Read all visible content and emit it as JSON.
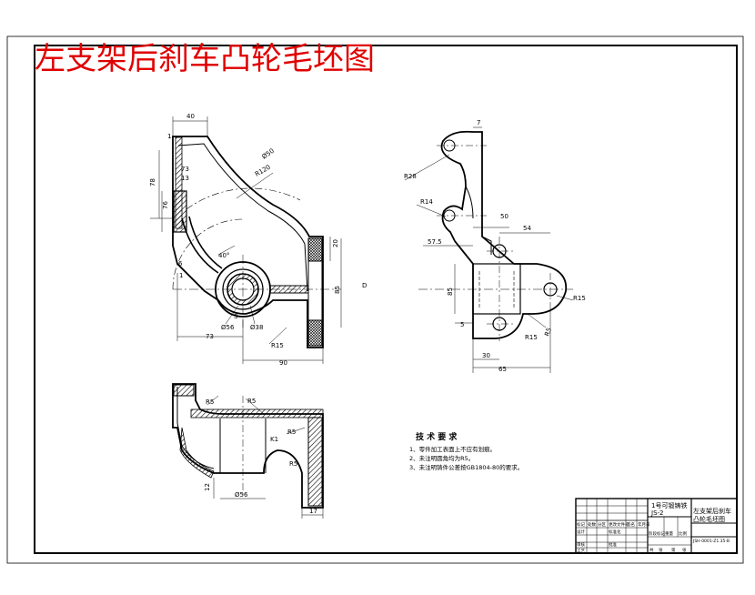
{
  "title": "左支架后刹车凸轮毛坯图",
  "colors": {
    "title": "#e00000",
    "ink": "#000000",
    "hatch": "#000000"
  },
  "views": {
    "front": {
      "dims": [
        "40",
        "1",
        "Ø50",
        "R120",
        "78",
        "73",
        "13",
        "76",
        "1",
        "20",
        "40°",
        "6",
        "85",
        "3",
        "Ø56",
        "Ø38",
        "73",
        "R15",
        "90"
      ]
    },
    "side": {
      "dims": [
        "7",
        "R28",
        "R14",
        "50",
        "54",
        "57.5",
        "85",
        "5",
        "R15",
        "R15",
        "R5",
        "30",
        "65"
      ]
    },
    "top": {
      "dims": [
        "R5",
        "R5",
        "R5",
        "K1",
        "R5",
        "12",
        "Ø56",
        "17"
      ]
    },
    "center_mark": "D"
  },
  "tech_requirements": {
    "heading": "技 术 要 求",
    "items": [
      "1、零件加工表面上不应有划痕。",
      "2、未注明圆角均为R5。",
      "3、未注明铸件公差按GB1804-80的要求。"
    ]
  },
  "title_block": {
    "material": "1号可锻铸铁",
    "spec": "JS-2",
    "part_name_1": "左支架后刹车",
    "part_name_2": "凸轮毛坯图",
    "drawing_no": "JSH-0001-Z1.35-B",
    "small_labels": [
      "标记",
      "处数",
      "分区",
      "更改文件号",
      "签名",
      "年月日",
      "设计",
      "标准化",
      "审核",
      "工艺",
      "批准",
      "阶段标记",
      "重量",
      "比例",
      "共",
      "张",
      "第",
      "张"
    ]
  }
}
